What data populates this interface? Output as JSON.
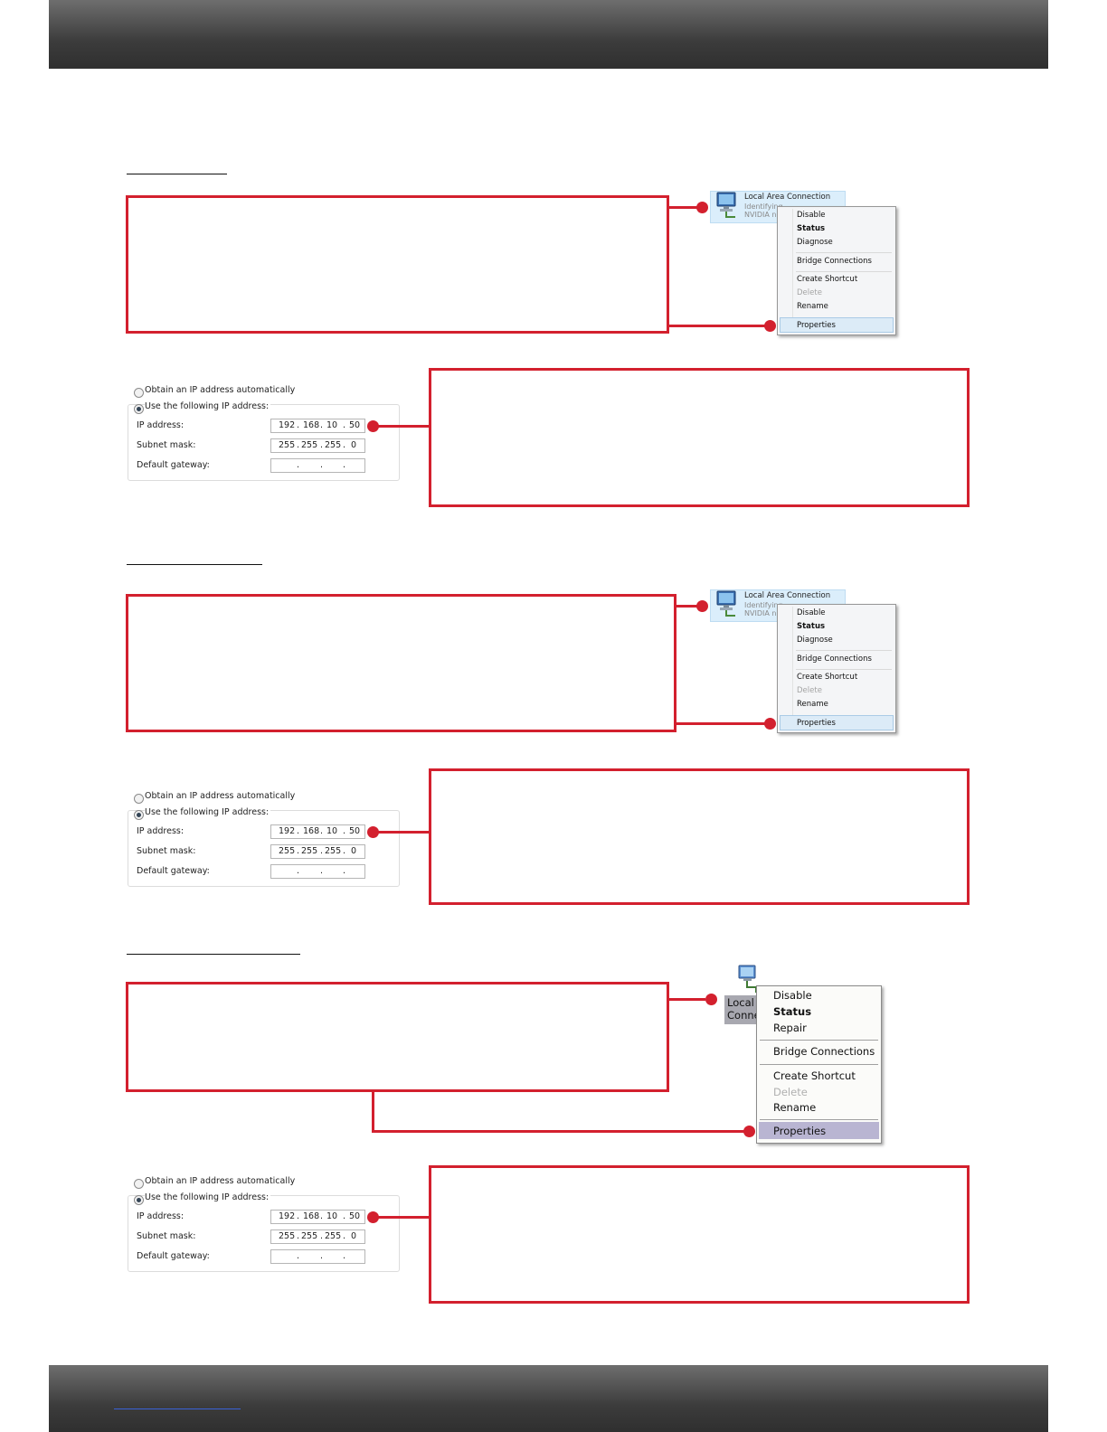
{
  "win7_menu": {
    "panel_title": "Local Area Connection",
    "panel_line2": "Identifying...",
    "panel_line3": "NVIDIA nForce",
    "items": [
      "Disable",
      "Status",
      "Diagnose",
      "Bridge Connections",
      "Create Shortcut",
      "Delete",
      "Rename",
      "Properties"
    ]
  },
  "xp_menu": {
    "label_line1": "Local Area",
    "label_line2": "Connection",
    "items": [
      "Disable",
      "Status",
      "Repair",
      "Bridge Connections",
      "Create Shortcut",
      "Delete",
      "Rename",
      "Properties"
    ]
  },
  "ip_settings": {
    "auto_option": "Obtain an IP address automatically",
    "manual_option": "Use the following IP address:",
    "ip_label": "IP address:",
    "ip_value": [
      "192",
      "168",
      "10",
      "50"
    ],
    "subnet_label": "Subnet mask:",
    "subnet_value": [
      "255",
      "255",
      "255",
      "0"
    ],
    "gateway_label": "Default gateway:",
    "dot": "."
  }
}
